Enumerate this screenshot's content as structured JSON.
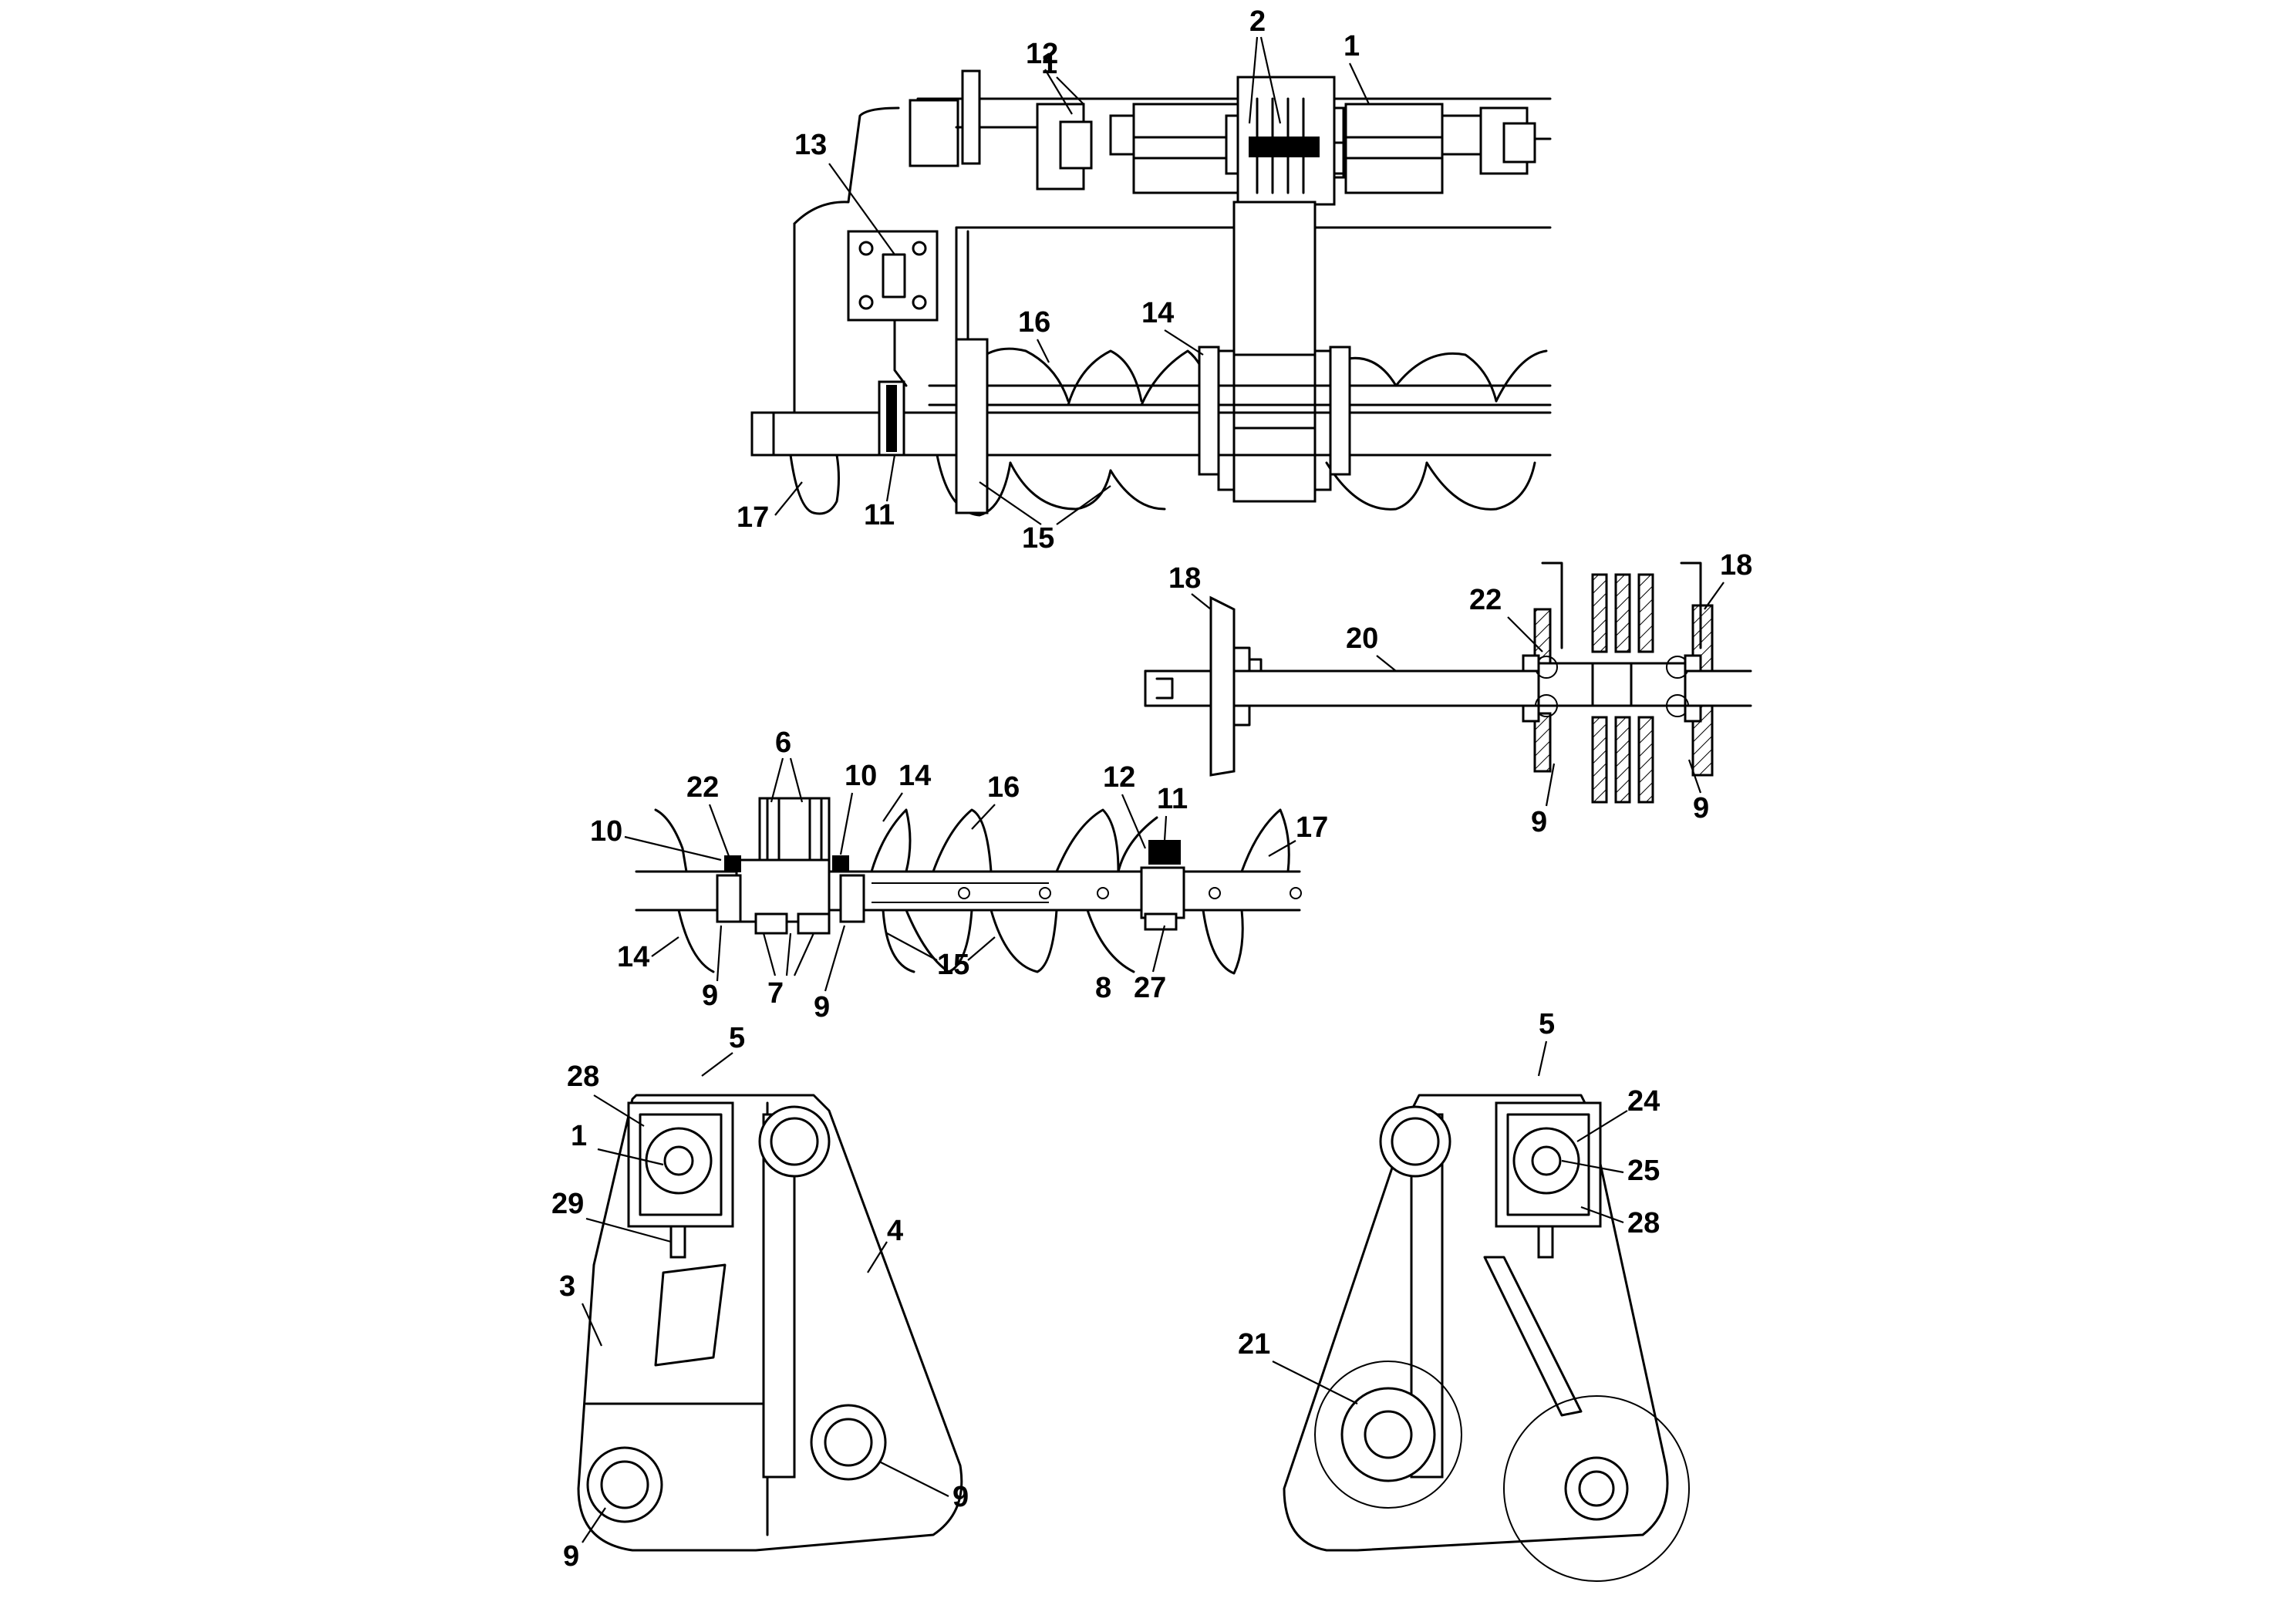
{
  "diagram": {
    "views": [
      {
        "id": "top-plan-view",
        "callouts": [
          "1",
          "1",
          "2",
          "12",
          "13",
          "14",
          "16",
          "17",
          "11",
          "15"
        ]
      },
      {
        "id": "shaft-section-view",
        "callouts": [
          "18",
          "18",
          "20",
          "22",
          "9",
          "9"
        ]
      },
      {
        "id": "auger-assembly-view",
        "callouts": [
          "6",
          "22",
          "10",
          "10",
          "14",
          "16",
          "12",
          "11",
          "17",
          "14",
          "9",
          "7",
          "9",
          "15",
          "8",
          "27"
        ]
      },
      {
        "id": "left-side-view",
        "callouts": [
          "5",
          "28",
          "1",
          "29",
          "4",
          "3",
          "9",
          "9"
        ]
      },
      {
        "id": "right-side-view",
        "callouts": [
          "5",
          "24",
          "25",
          "28",
          "21"
        ]
      }
    ]
  }
}
